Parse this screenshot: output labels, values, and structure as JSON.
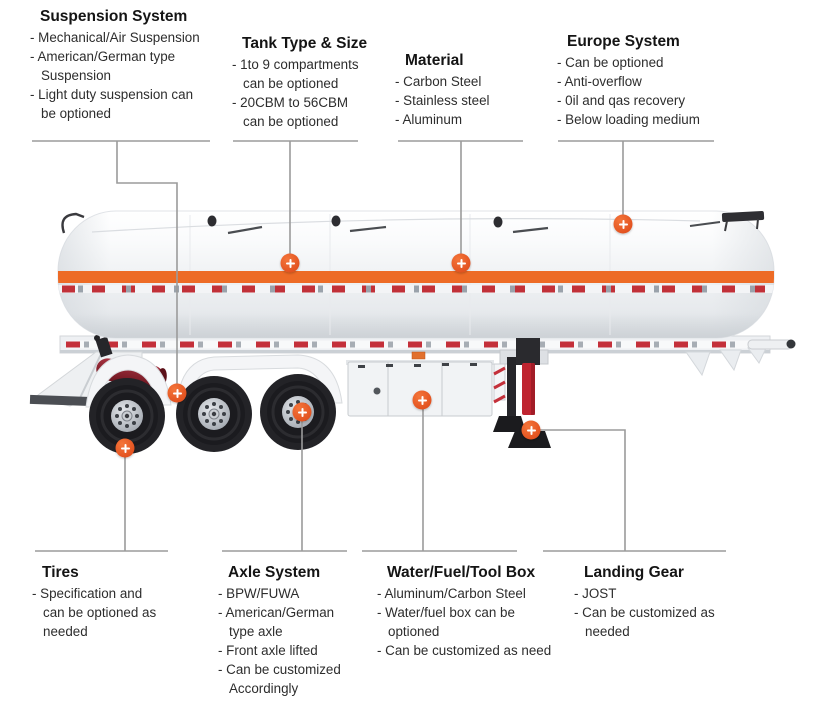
{
  "illustration": {
    "description": "White fuel tanker semi-trailer side view with orange stripe, reflective red/white tape, three axles, toolbox and landing gear"
  },
  "colors": {
    "accent_orange": "#e2511f",
    "stripe_orange": "#ed6b26",
    "reflective_red": "#c13038",
    "leader_gray": "#9b9b9b",
    "heading_text": "#141414",
    "body_text": "#2d2d2d",
    "tank_white": "#f1f3f5",
    "landing_gear_red": "#bf2430"
  },
  "callouts": {
    "suspension": {
      "title": "Suspension System",
      "lines": [
        "- Mechanical/Air Suspension",
        "- American/German type",
        "Suspension",
        "- Light duty suspension can",
        "be optioned"
      ]
    },
    "tank": {
      "title": "Tank Type & Size",
      "lines": [
        "- 1to 9 compartments",
        "can be optioned",
        "- 20CBM to 56CBM",
        "can be optioned"
      ]
    },
    "material": {
      "title": "Material",
      "lines": [
        "- Carbon Steel",
        "- Stainless steel",
        "- Aluminum"
      ]
    },
    "europe": {
      "title": "Europe System",
      "lines": [
        "- Can be optioned",
        "- Anti-overflow",
        "- 0il and qas recovery",
        "- Below loading medium"
      ]
    },
    "tires": {
      "title": "Tires",
      "lines": [
        "- Specification and",
        "can be optioned as",
        "needed"
      ]
    },
    "axle": {
      "title": "Axle System",
      "lines": [
        "- BPW/FUWA",
        "- American/German",
        "type axle",
        "- Front axle lifted",
        "- Can be customized",
        "Accordingly"
      ]
    },
    "water": {
      "title": "Water/Fuel/Tool Box",
      "lines": [
        "- Aluminum/Carbon Steel",
        "- Water/fuel box can be",
        "optioned",
        "- Can be customized as need"
      ]
    },
    "landing": {
      "title": "Landing Gear",
      "lines": [
        "- JOST",
        "- Can be customized as",
        "needed"
      ]
    }
  }
}
